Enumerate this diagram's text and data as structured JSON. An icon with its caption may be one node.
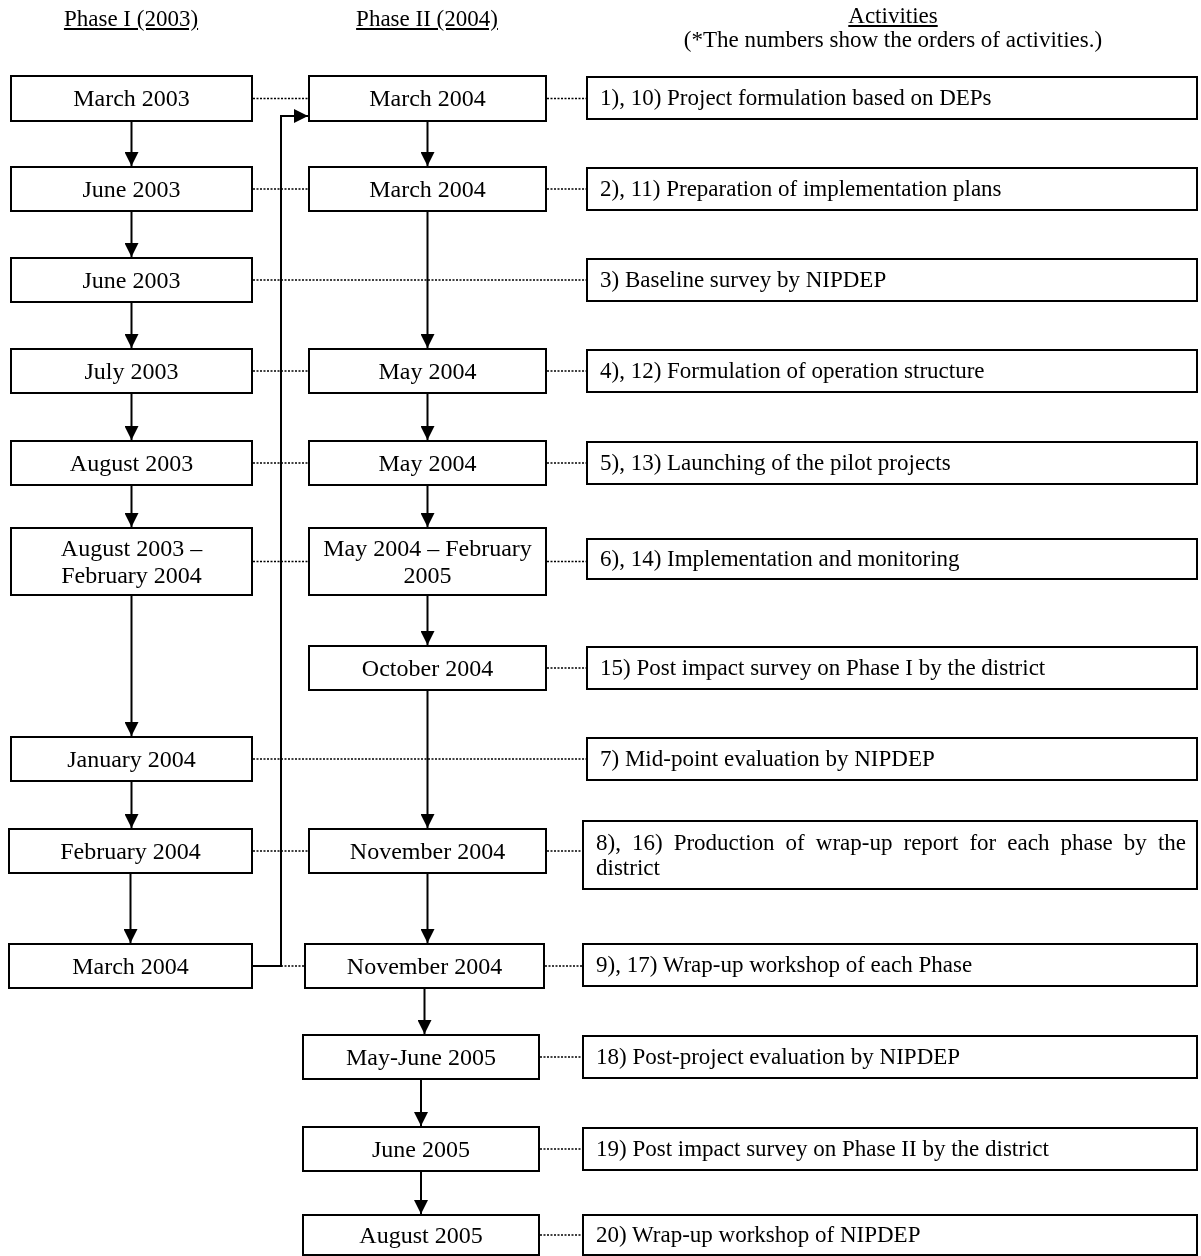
{
  "diagram": {
    "nodes": [
      {
        "text": [
          "March 2003"
        ]
      },
      {
        "text": [
          "March 2004"
        ]
      },
      {
        "text": [
          "1), 10) Project formulation based on DEPs"
        ]
      },
      {
        "text": [
          "June 2003"
        ]
      },
      {
        "text": [
          "March 2004"
        ]
      },
      {
        "text": [
          "2), 11) Preparation of implementation plans"
        ]
      },
      {
        "text": [
          "June 2003"
        ]
      },
      {
        "text": [
          "3) Baseline survey by NIPDEP"
        ]
      },
      {
        "text": [
          "July 2003"
        ]
      },
      {
        "text": [
          "May 2004"
        ]
      },
      {
        "text": [
          "4), 12) Formulation of operation structure"
        ]
      },
      {
        "text": [
          "August 2003"
        ]
      },
      {
        "text": [
          "May 2004"
        ]
      },
      {
        "text": [
          "5), 13) Launching of the pilot projects"
        ]
      },
      {
        "text": [
          "August 2003 – February 2004"
        ]
      },
      {
        "text": [
          "May 2004 – February 2005"
        ]
      },
      {
        "text": [
          "6), 14) Implementation and monitoring"
        ]
      },
      {
        "text": [
          "October 2004"
        ]
      },
      {
        "text": [
          "15) Post impact survey on Phase I by the district"
        ]
      },
      {
        "text": [
          "January 2004"
        ]
      },
      {
        "text": [
          "7) Mid-point evaluation by NIPDEP"
        ]
      },
      {
        "text": [
          "February 2004"
        ]
      },
      {
        "text": [
          "November 2004"
        ]
      },
      {
        "text": [
          "8), 16) Production of wrap-up report for each phase by the district"
        ]
      },
      {
        "text": [
          "March 2004"
        ]
      },
      {
        "text": [
          "November 2004"
        ]
      },
      {
        "text": [
          "9), 17) Wrap-up workshop of each Phase"
        ]
      },
      {
        "text": [
          "May-June 2005"
        ]
      },
      {
        "text": [
          "18) Post-project evaluation by NIPDEP"
        ]
      },
      {
        "text": [
          "June 2005"
        ]
      },
      {
        "text": [
          "19) Post impact survey on Phase II by the district"
        ]
      },
      {
        "text": [
          "August 2005"
        ]
      },
      {
        "text": [
          "20) Wrap-up workshop of NIPDEP"
        ]
      }
    ],
    "edges": [
      {
        "from": 0,
        "to": 3,
        "arrow": "to"
      },
      {
        "from": 3,
        "to": 6,
        "arrow": "to"
      },
      {
        "from": 6,
        "to": 8,
        "arrow": "to"
      },
      {
        "from": 8,
        "to": 11,
        "arrow": "to"
      },
      {
        "from": 11,
        "to": 14,
        "arrow": "to"
      },
      {
        "from": 14,
        "to": 19,
        "arrow": "to"
      },
      {
        "from": 19,
        "to": 21,
        "arrow": "to"
      },
      {
        "from": 21,
        "to": 24,
        "arrow": "to"
      },
      {
        "from": 24,
        "to": 1,
        "arrow": "to"
      },
      {
        "from": 1,
        "to": 4,
        "arrow": "to"
      },
      {
        "from": 4,
        "to": 9,
        "arrow": "to"
      },
      {
        "from": 9,
        "to": 12,
        "arrow": "to"
      },
      {
        "from": 12,
        "to": 15,
        "arrow": "to"
      },
      {
        "from": 15,
        "to": 17,
        "arrow": "to"
      },
      {
        "from": 17,
        "to": 22,
        "arrow": "to"
      },
      {
        "from": 22,
        "to": 25,
        "arrow": "to"
      },
      {
        "from": 25,
        "to": 27,
        "arrow": "to"
      },
      {
        "from": 27,
        "to": 29,
        "arrow": "to"
      },
      {
        "from": 29,
        "to": 31,
        "arrow": "to"
      },
      {
        "from": 0,
        "to": 1,
        "arrow": "none",
        "style": "dashed"
      },
      {
        "from": 1,
        "to": 2,
        "arrow": "none",
        "style": "dashed"
      },
      {
        "from": 3,
        "to": 4,
        "arrow": "none",
        "style": "dashed"
      },
      {
        "from": 4,
        "to": 5,
        "arrow": "none",
        "style": "dashed"
      },
      {
        "from": 6,
        "to": 7,
        "arrow": "none",
        "style": "dashed"
      },
      {
        "from": 8,
        "to": 9,
        "arrow": "none",
        "style": "dashed"
      },
      {
        "from": 9,
        "to": 10,
        "arrow": "none",
        "style": "dashed"
      },
      {
        "from": 11,
        "to": 12,
        "arrow": "none",
        "style": "dashed"
      },
      {
        "from": 12,
        "to": 13,
        "arrow": "none",
        "style": "dashed"
      },
      {
        "from": 14,
        "to": 15,
        "arrow": "none",
        "style": "dashed"
      },
      {
        "from": 15,
        "to": 16,
        "arrow": "none",
        "style": "dashed"
      },
      {
        "from": 17,
        "to": 18,
        "arrow": "none",
        "style": "dashed"
      },
      {
        "from": 19,
        "to": 20,
        "arrow": "none",
        "style": "dashed"
      },
      {
        "from": 21,
        "to": 22,
        "arrow": "none",
        "style": "dashed"
      },
      {
        "from": 22,
        "to": 23,
        "arrow": "none",
        "style": "dashed"
      },
      {
        "from": 24,
        "to": 25,
        "arrow": "none",
        "style": "dashed"
      },
      {
        "from": 25,
        "to": 26,
        "arrow": "none",
        "style": "dashed"
      },
      {
        "from": 27,
        "to": 28,
        "arrow": "none",
        "style": "dashed"
      },
      {
        "from": 29,
        "to": 30,
        "arrow": "none",
        "style": "dashed"
      },
      {
        "from": 31,
        "to": 32,
        "arrow": "none",
        "style": "dashed"
      }
    ],
    "labels": [
      "Phase I (2003)",
      "Phase II (2004)",
      "Activities",
      "(*The numbers show the orders of activities.)"
    ]
  }
}
